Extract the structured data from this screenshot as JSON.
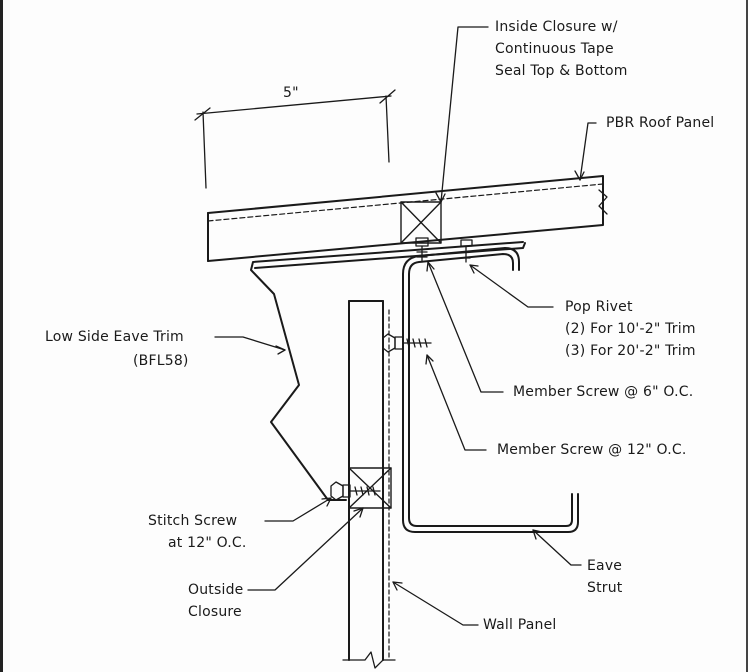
{
  "labels": {
    "inside_closure_1": "Inside Closure w/",
    "inside_closure_2": "Continuous Tape",
    "inside_closure_3": "Seal Top & Bottom",
    "dimension": "5\"",
    "roof_panel": "PBR Roof Panel",
    "pop_rivet_1": "Pop Rivet",
    "pop_rivet_2": "(2) For 10'-2\" Trim",
    "pop_rivet_3": "(3) For 20'-2\" Trim",
    "eave_trim_1": "Low Side Eave Trim",
    "eave_trim_2": "(BFL58)",
    "member_screw_6": "Member Screw @ 6\" O.C.",
    "member_screw_12": "Member Screw @ 12\" O.C.",
    "stitch_screw_1": "Stitch Screw",
    "stitch_screw_2": "at 12\" O.C.",
    "outside_closure_1": "Outside",
    "outside_closure_2": "Closure",
    "eave_strut_1": "Eave",
    "eave_strut_2": "Strut",
    "wall_panel": "Wall Panel"
  },
  "colors": {
    "line": "#1a1a1a",
    "paper": "#fdfdfd"
  }
}
